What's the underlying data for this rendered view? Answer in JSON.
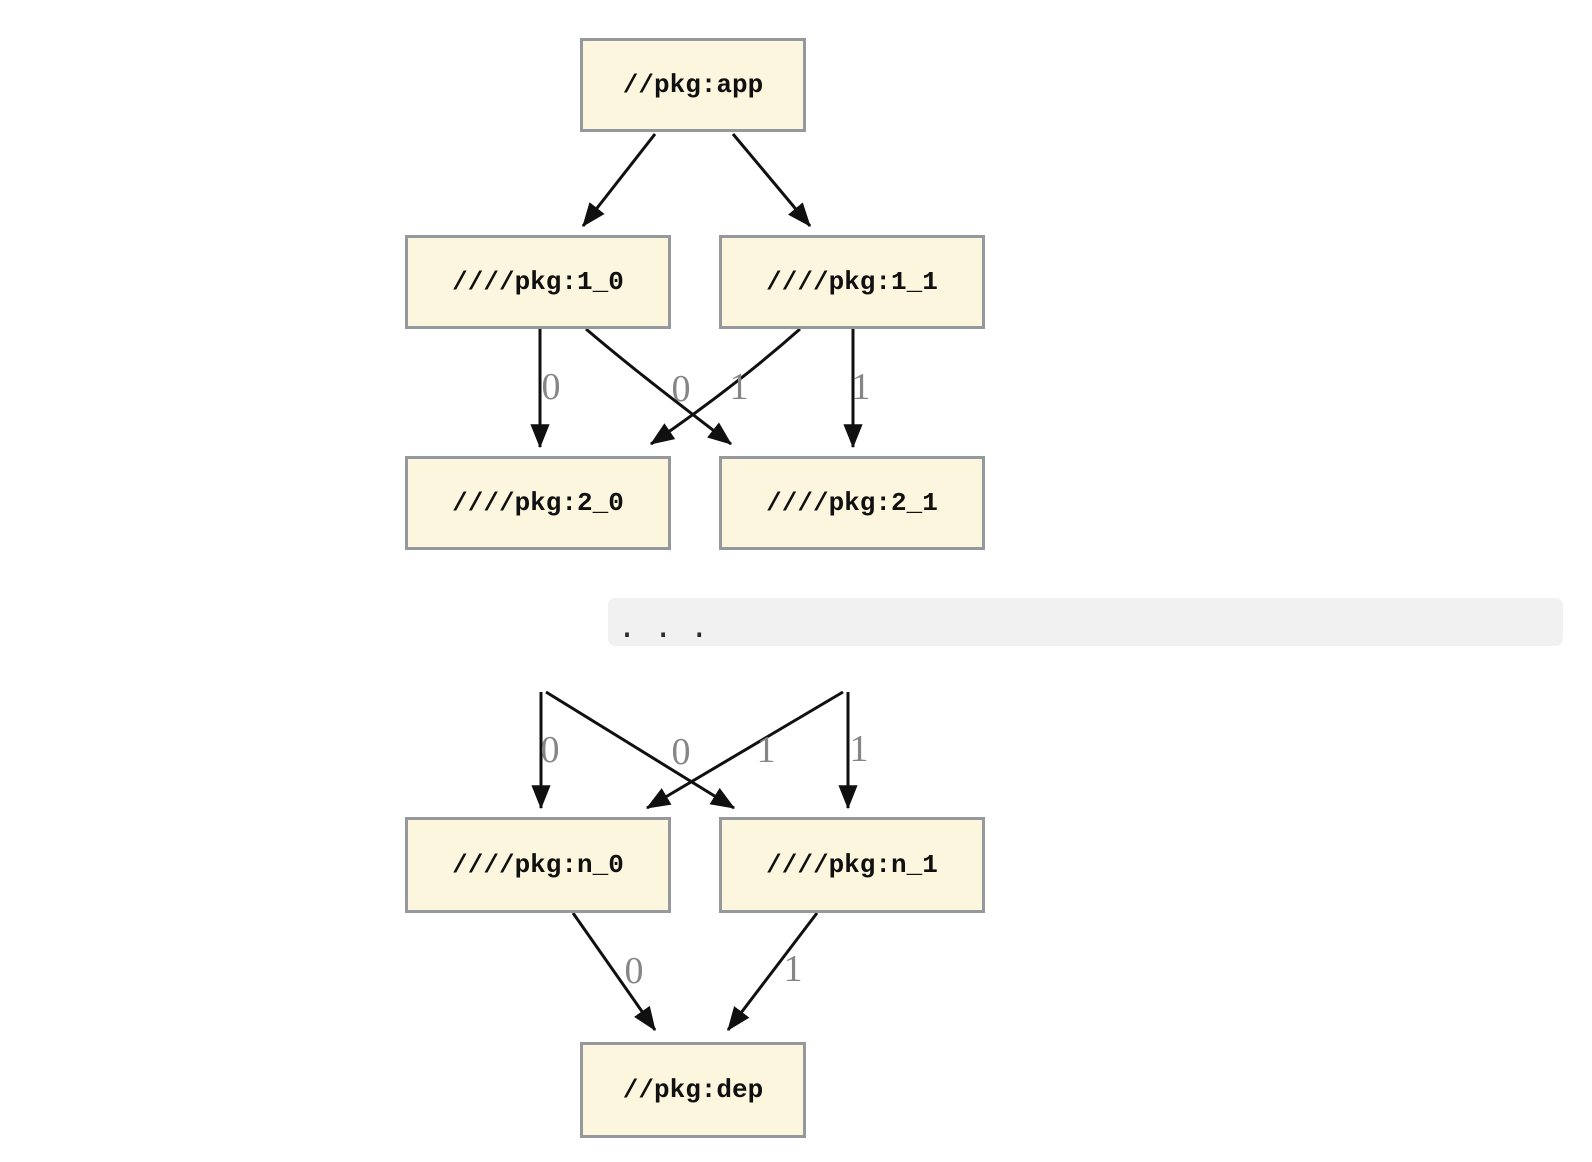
{
  "graph": {
    "nodes": {
      "app": {
        "label": "//pkg:app"
      },
      "l1_0": {
        "label": "////pkg:1_0"
      },
      "l1_1": {
        "label": "////pkg:1_1"
      },
      "l2_0": {
        "label": "////pkg:2_0"
      },
      "l2_1": {
        "label": "////pkg:2_1"
      },
      "ln_0": {
        "label": "////pkg:n_0"
      },
      "ln_1": {
        "label": "////pkg:n_1"
      },
      "dep": {
        "label": "//pkg:dep"
      }
    },
    "ellipsis": ". . .",
    "edge_labels": {
      "upper": [
        "0",
        "0",
        "1",
        "1"
      ],
      "lower": [
        "0",
        "0",
        "1",
        "1"
      ],
      "dep": [
        "0",
        "1"
      ]
    },
    "colors": {
      "node_fill": "#fcf6de",
      "node_border": "#95999d",
      "edge": "#101010",
      "edge_label": "#868686",
      "ellipsis_bar": "#f1f1f1",
      "background": "#ffffff"
    }
  }
}
